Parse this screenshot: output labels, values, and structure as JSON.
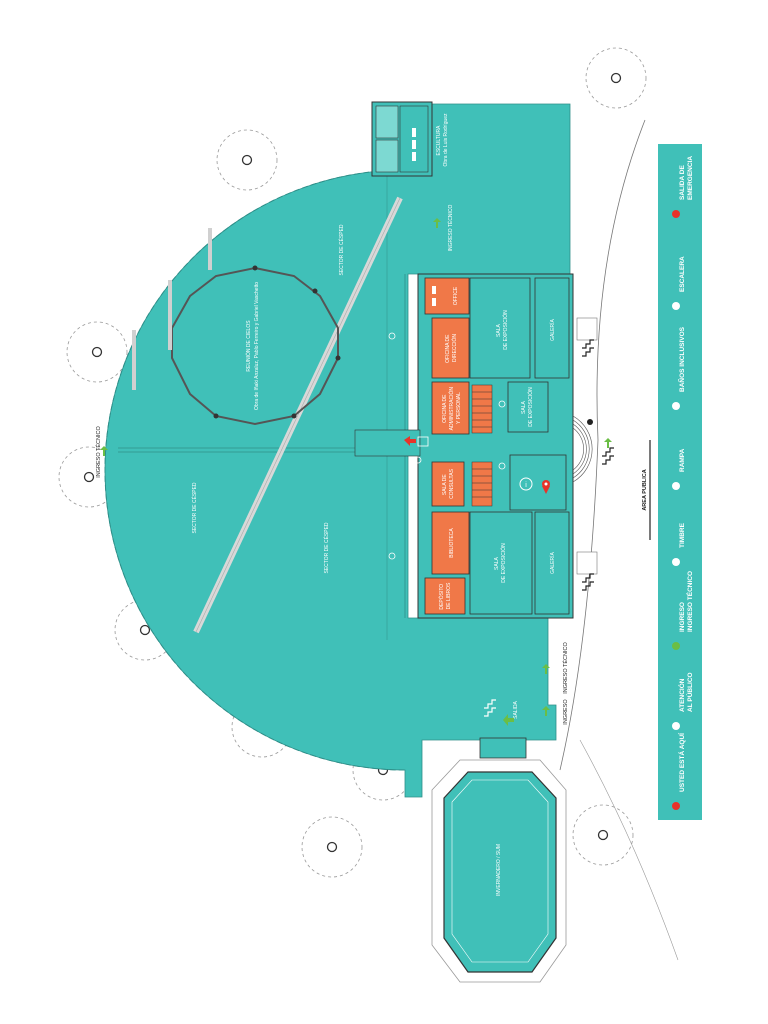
{
  "colors": {
    "teal": "#40C0B8",
    "teal_dark": "#2A9D95",
    "orange": "#F07848",
    "line": "#555555",
    "red_marker": "#E8332A",
    "green_arrow": "#6BBE45"
  },
  "rooms": {
    "sala_exp_top": "SALA\nDE EXPOSICIÓN",
    "galeria_top": "GALERÍA",
    "office": "OFFICE",
    "oficina_direccion": "OFICINA DE\nDIRECCIÓN",
    "oficina_administracion": "OFICINA DE\nADMINISTRACIÓN\nY PERSONAL",
    "sala_exp_small": "SALA\nDE EXPOSICIÓN",
    "sala_consultas": "SALA DE\nCONSULTAS",
    "biblioteca": "BIBLIOTECA",
    "sala_exp_bottom": "SALA\nDE EXPOSICIÓN",
    "galeria_bottom": "GALERÍA",
    "deposito": "DEPÓSITO\nDE LIBROS",
    "sculpture": "ESCULTURA\nObra de Luis Rodríguez",
    "invernadero": "INVERNADERO / SUM",
    "reunion_title": "REUNIÓN DE CIELOS",
    "reunion_authors": "Obra de Iñaki Anzaluz, Pablo Ferreiro y Gabriel Vaschetto",
    "sector_cesped_1": "SECTOR DE CÉSPED",
    "sector_cesped_2": "SECTOR DE CÉSPED",
    "sector_cesped_3": "SECTOR DE CÉSPED"
  },
  "labels": {
    "ingreso_tecnico_top": "INGRESO TÉCNICO",
    "ingreso_tecnico_left": "INGRESO TÉCNICO",
    "ingreso_tecnico_bottom": "INGRESO TÉCNICO",
    "ingreso": "INGRESO",
    "salida": "SALIDA",
    "area_publica": "AREA PUBLICA"
  },
  "legend": {
    "items": [
      {
        "icon": "you-are-here-icon",
        "text": "USTED ESTÁ AQUÍ"
      },
      {
        "icon": "info-icon",
        "text": "ATENCIÓN\nAL PÚBLICO"
      },
      {
        "icon": "green-arrow-icon",
        "text": "INGRESO\nINGRESO TÉCNICO"
      },
      {
        "icon": "doorbell-icon",
        "text": "TIMBRE"
      },
      {
        "icon": "ramp-icon",
        "text": "RAMPA"
      },
      {
        "icon": "restrooms-icon",
        "text": "BAÑOS INCLUSIVOS"
      },
      {
        "icon": "stairs-icon",
        "text": "ESCALERA"
      },
      {
        "icon": "emergency-exit-icon",
        "text": "SALIDA DE\nEMERGENCIA"
      }
    ]
  }
}
